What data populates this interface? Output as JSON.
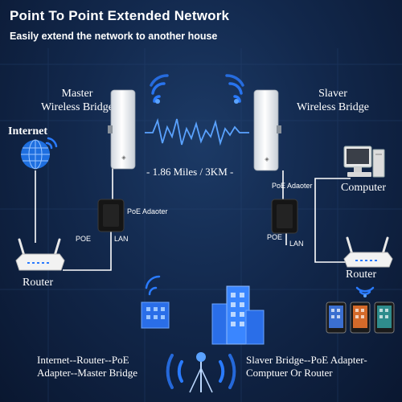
{
  "header": {
    "title": "Point To Point Extended Network",
    "subtitle": "Easily extend the network to another house"
  },
  "left_side": {
    "bridge_label_line1": "Master",
    "bridge_label_line2": "Wireless Bridge",
    "internet_label": "Internet",
    "poe_label": "PoE Adaoter",
    "poe_port": "POE",
    "lan_port": "LAN",
    "router_label": "Router"
  },
  "right_side": {
    "bridge_label_line1": "Slaver",
    "bridge_label_line2": "Wireless Bridge",
    "poe_label": "PoE Adaoter",
    "poe_port": "POE",
    "lan_port": "LAN",
    "computer_label": "Computer",
    "router_label": "Router"
  },
  "link": {
    "distance": "- 1.86 Miles / 3KM -"
  },
  "footer": {
    "left_caption_line1": "Internet--Router--PoE",
    "left_caption_line2": "Adapter--Master Bridge",
    "right_caption_line1": "Slaver Bridge--PoE Adapter-",
    "right_caption_line2": "Comptuer Or Router"
  },
  "colors": {
    "background": "#12284c",
    "line": "#ffffff",
    "accent_blue": "#2a7bff",
    "globe": "#1e6fe0"
  },
  "icons": [
    "globe-icon",
    "wifi-signal-icon",
    "router-icon",
    "poe-adapter-icon",
    "computer-icon",
    "smartphone-icon",
    "building-icon"
  ]
}
